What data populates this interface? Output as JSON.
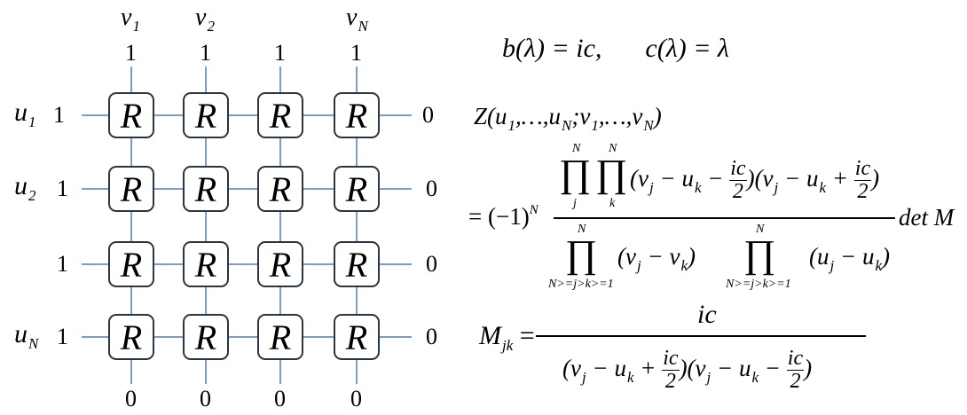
{
  "lattice": {
    "rows": 4,
    "cols": 4,
    "cell_label": "R",
    "top_boundary": [
      "1",
      "1",
      "1",
      "1"
    ],
    "bottom_boundary": [
      "0",
      "0",
      "0",
      "0"
    ],
    "left_boundary": [
      "1",
      "1",
      "1",
      "1"
    ],
    "right_boundary": [
      "0",
      "0",
      "0",
      "0"
    ],
    "column_spectral": [
      {
        "base": "v",
        "sub": "1"
      },
      {
        "base": "v",
        "sub": "2"
      },
      {
        "base": "",
        "sub": ""
      },
      {
        "base": "v",
        "sub": "N"
      }
    ],
    "row_spectral": [
      {
        "base": "u",
        "sub": "1"
      },
      {
        "base": "u",
        "sub": "2"
      },
      {
        "base": "",
        "sub": ""
      },
      {
        "base": "u",
        "sub": "N"
      }
    ]
  },
  "weights": {
    "b_lhs": "b(λ)",
    "b_rhs": "= ic,",
    "c_lhs": "c(λ)",
    "c_rhs": "= λ"
  },
  "partition": {
    "lhs": "Z(u",
    "lhs_sub1": "1",
    "lhs_mid1": ",…,u",
    "lhs_sub2": "N",
    "lhs_mid2": ";v",
    "lhs_sub3": "1",
    "lhs_mid3": ",…,v",
    "lhs_sub4": "N",
    "lhs_end": ")",
    "sign": "= (−1)",
    "sign_sup": "N",
    "prod_symbol": "∏",
    "num_prod1_top": "N",
    "num_prod1_bot": "j",
    "num_prod2_top": "N",
    "num_prod2_bot": "k",
    "num_term1_a": "(v",
    "num_term1_sub_j": "j",
    "num_term1_b": " − u",
    "num_term1_sub_k": "k",
    "num_term1_c": " − ",
    "num_term1_frac_n": "ic",
    "num_term1_frac_d": "2",
    "num_term1_end": ")",
    "num_term2_a": "(v",
    "num_term2_sub_j": "j",
    "num_term2_b": " − u",
    "num_term2_sub_k": "k",
    "num_term2_c": " + ",
    "num_term2_frac_n": "ic",
    "num_term2_frac_d": "2",
    "num_term2_end": ")",
    "den_prod1_top": "N",
    "den_prod1_bot": "N>=j>k>=1",
    "den_term1_a": "(v",
    "den_term1_sub_j": "j",
    "den_term1_b": " − v",
    "den_term1_sub_k": "k",
    "den_term1_end": ")",
    "den_prod2_top": "N",
    "den_prod2_bot": "N>=j>k>=1",
    "den_term2_a": "(u",
    "den_term2_sub_j": "j",
    "den_term2_b": " − u",
    "den_term2_sub_k": "k",
    "den_term2_end": ")",
    "det": "det M"
  },
  "matrix": {
    "lhs": "M",
    "lhs_sub": "jk",
    "eq": "=",
    "numerator": "ic",
    "den_a": "(v",
    "den_sub_j1": "j",
    "den_b": " − u",
    "den_sub_k1": "k",
    "den_c": " + ",
    "den_frac1_n": "ic",
    "den_frac1_d": "2",
    "den_d": ")(v",
    "den_sub_j2": "j",
    "den_e": " − u",
    "den_sub_k2": "k",
    "den_f": " − ",
    "den_frac2_n": "ic",
    "den_frac2_d": "2",
    "den_g": ")"
  }
}
